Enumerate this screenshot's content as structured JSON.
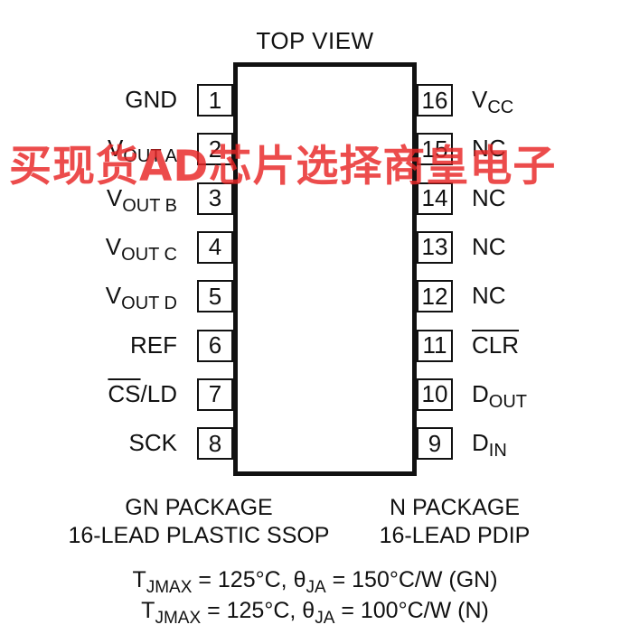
{
  "title": "TOP VIEW",
  "left_pins": [
    {
      "num": "1",
      "label": "GND",
      "sub": "",
      "overline": ""
    },
    {
      "num": "2",
      "label": "V",
      "sub": "OUT A",
      "overline": ""
    },
    {
      "num": "3",
      "label": "V",
      "sub": "OUT B",
      "overline": ""
    },
    {
      "num": "4",
      "label": "V",
      "sub": "OUT C",
      "overline": ""
    },
    {
      "num": "5",
      "label": "V",
      "sub": "OUT D",
      "overline": ""
    },
    {
      "num": "6",
      "label": "REF",
      "sub": "",
      "overline": ""
    },
    {
      "num": "7",
      "label": "/LD",
      "sub": "",
      "overline": "CS"
    },
    {
      "num": "8",
      "label": "SCK",
      "sub": "",
      "overline": ""
    }
  ],
  "right_pins": [
    {
      "num": "16",
      "label": "V",
      "sub": "CC",
      "overline": ""
    },
    {
      "num": "15",
      "label": "NC",
      "sub": "",
      "overline": ""
    },
    {
      "num": "14",
      "label": "NC",
      "sub": "",
      "overline": ""
    },
    {
      "num": "13",
      "label": "NC",
      "sub": "",
      "overline": ""
    },
    {
      "num": "12",
      "label": "NC",
      "sub": "",
      "overline": ""
    },
    {
      "num": "11",
      "label": "",
      "sub": "",
      "overline": "CLR"
    },
    {
      "num": "10",
      "label": "D",
      "sub": "OUT",
      "overline": ""
    },
    {
      "num": "9",
      "label": "D",
      "sub": "IN",
      "overline": ""
    }
  ],
  "packages": {
    "gn": {
      "line1": "GN PACKAGE",
      "line2": "16-LEAD PLASTIC SSOP"
    },
    "n": {
      "line1": "N PACKAGE",
      "line2": "16-LEAD PDIP"
    }
  },
  "notes": {
    "line1": {
      "t": "T",
      "tsub": "JMAX",
      "mid": " = 125°C, ",
      "theta": "θ",
      "thsub": "JA",
      "end": " = 150°C/W (GN)"
    },
    "line2": {
      "t": "T",
      "tsub": "JMAX",
      "mid": " = 125°C, ",
      "theta": "θ",
      "thsub": "JA",
      "end": " = 100°C/W (N)"
    }
  },
  "watermark": "买现货AD芯片选择商皇电子"
}
